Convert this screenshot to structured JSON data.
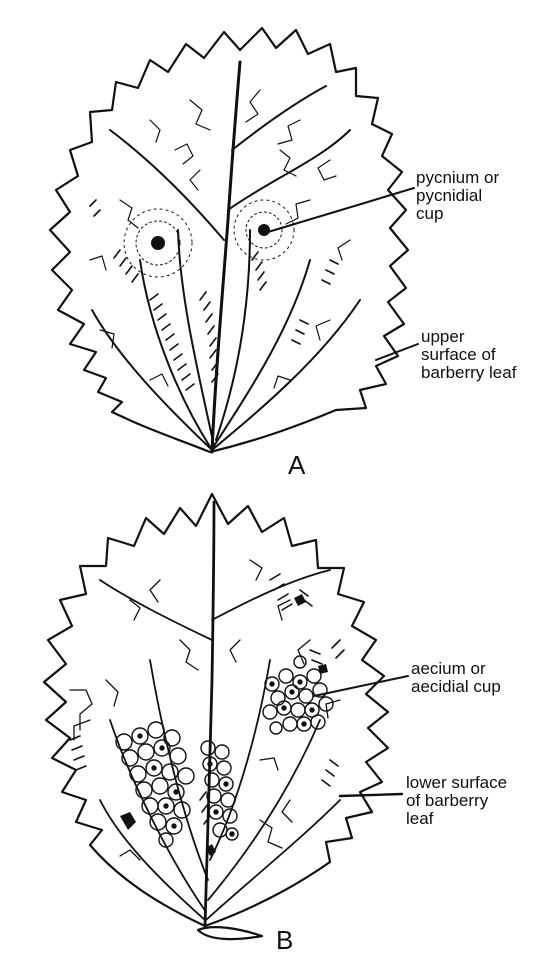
{
  "panels": [
    {
      "letter": "A",
      "labels": [
        {
          "id": "pycnium",
          "text": "pycnium or\npycnidial\ncup"
        },
        {
          "id": "upper-surface",
          "text": "upper\nsurface of\nbarberry leaf"
        }
      ]
    },
    {
      "letter": "B",
      "labels": [
        {
          "id": "aecium",
          "text": "aecium or\naecidial cup"
        },
        {
          "id": "lower-surface",
          "text": "lower surface\nof barberry\nleaf"
        }
      ]
    }
  ],
  "colors": {
    "ink": "#111111",
    "paper": "#ffffff"
  }
}
